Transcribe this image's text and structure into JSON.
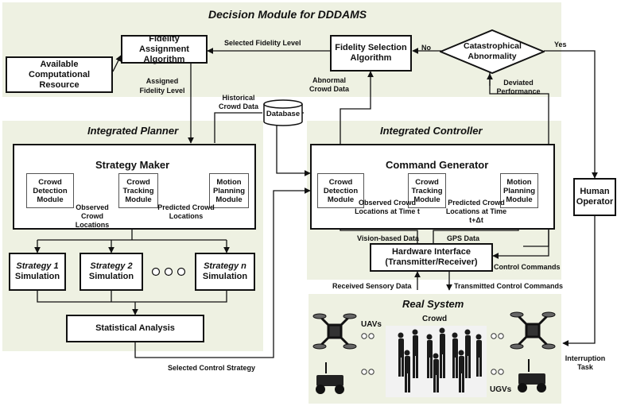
{
  "decision": {
    "title": "Decision Module for DDDAMS",
    "fidelity_assignment": "Fidelity Assignment Algorithm",
    "fidelity_selection": "Fidelity Selection Algorithm",
    "catastrophical": "Catastrophical Abnormality",
    "available_resource": "Available Computational Resource",
    "selected_fidelity": "Selected Fidelity Level",
    "no": "No",
    "yes": "Yes",
    "assigned_fidelity": "Assigned Fidelity Level",
    "abnormal_data": "Abnormal Crowd Data",
    "deviated": "Deviated Performance",
    "historical": "Historical Crowd Data",
    "database": "Database"
  },
  "planner": {
    "title": "Integrated Planner",
    "strategy_maker": "Strategy Maker",
    "crowd_detection": "Crowd Detection Module",
    "crowd_tracking": "Crowd Tracking Module",
    "motion_planning": "Motion Planning Module",
    "observed": "Observed Crowd Locations",
    "predicted": "Predicted Crowd Locations",
    "strategy1_a": "Strategy 1",
    "strategy1_b": "Simulation",
    "strategy2_a": "Strategy 2",
    "strategy2_b": "Simulation",
    "strategyn_a": "Strategy n",
    "strategyn_b": "Simulation",
    "statistical": "Statistical Analysis",
    "selected_strategy": "Selected Control Strategy"
  },
  "controller": {
    "title": "Integrated Controller",
    "command_generator": "Command Generator",
    "crowd_detection": "Crowd Detection Module",
    "crowd_tracking": "Crowd Tracking Module",
    "motion_planning": "Motion Planning Module",
    "observed": "Observed Crowd Locations at Time t",
    "predicted": "Predicted Crowd Locations at Time t+Δt",
    "vision": "Vision-based Data",
    "gps": "GPS Data",
    "hardware": "Hardware Interface (Transmitter/Receiver)",
    "control_commands": "Control Commands",
    "received": "Received Sensory Data",
    "transmitted": "Transmitted Control Commands"
  },
  "operator": {
    "human": "Human Operator",
    "interruption": "Interruption Task"
  },
  "real_system": {
    "title": "Real System",
    "uavs": "UAVs",
    "crowd": "Crowd",
    "ugvs": "UGVs"
  }
}
